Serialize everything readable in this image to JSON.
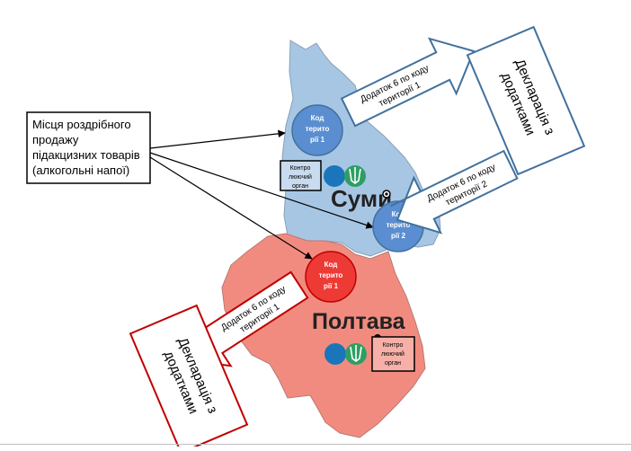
{
  "source_box": {
    "lines": [
      "Місця роздрібного",
      "продажу",
      "підакцизних товарів",
      "(алкогольні напої)"
    ]
  },
  "regions": {
    "sumy": {
      "name": "Суми",
      "fill": "#a7c6e4"
    },
    "poltava": {
      "name": "Полтава",
      "fill": "#f28b7f"
    }
  },
  "codes": {
    "sumy_1": {
      "lines": [
        "Код",
        "терито",
        "рії 1"
      ]
    },
    "sumy_2": {
      "lines": [
        "Код",
        "терито",
        "рії 2"
      ]
    },
    "poltava_1": {
      "lines": [
        "Код",
        "терито",
        "рії 1"
      ]
    }
  },
  "control_organs": {
    "sumy": {
      "lines": [
        "Контро",
        "люючий",
        "орган"
      ]
    },
    "poltava": {
      "lines": [
        "Контро",
        "люючий",
        "орган"
      ]
    }
  },
  "arrows": {
    "sumy_1": {
      "lines": [
        "Додаток 6 по коду",
        "території 1"
      ]
    },
    "sumy_2": {
      "lines": [
        "Додаток 6 по коду",
        "території 2"
      ]
    },
    "poltava_1": {
      "lines": [
        "Додаток 6 по коду",
        "території 1"
      ]
    }
  },
  "declarations": {
    "sumy": {
      "lines": [
        "Декларація з",
        "додатками"
      ]
    },
    "poltava": {
      "lines": [
        "Декларація з",
        "додатками"
      ]
    }
  },
  "colors": {
    "code_blue": "#5b8ed0",
    "code_red": "#ee3a35",
    "emblem_green": "#2e9e63",
    "emblem_blue": "#1b75bb",
    "box_blue_outline": "#41719c",
    "arrow_outline": "#41719c"
  }
}
